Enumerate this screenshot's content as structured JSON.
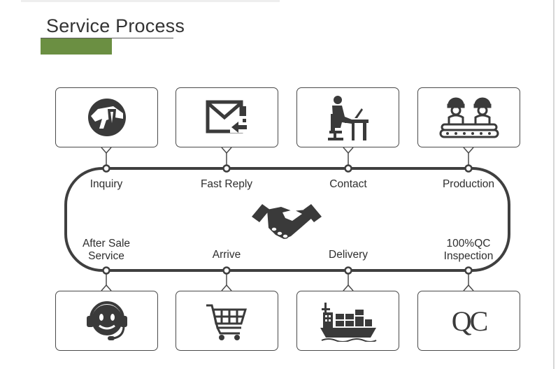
{
  "header": {
    "title": "Service Process"
  },
  "steps_top": [
    {
      "label": "Inquiry",
      "icon": "logo-icon"
    },
    {
      "label": "Fast Reply",
      "icon": "mail-reply-icon"
    },
    {
      "label": "Contact",
      "icon": "person-desk-icon"
    },
    {
      "label": "Production",
      "icon": "workers-conveyor-icon"
    }
  ],
  "steps_bottom": [
    {
      "label_line1": "After Sale",
      "label_line2": "Service",
      "icon": "headset-smiley-icon"
    },
    {
      "label_line1": "Arrive",
      "label_line2": "",
      "icon": "shopping-cart-icon"
    },
    {
      "label_line1": "Delivery",
      "label_line2": "",
      "icon": "cargo-ship-icon"
    },
    {
      "label_line1": "100%QC",
      "label_line2": "Inspection",
      "icon": "qc-icon",
      "icon_text": "QC"
    }
  ],
  "center_icon": "handshake-icon",
  "colors": {
    "accent": "#6b8f42",
    "stroke": "#3f3f3f",
    "icon": "#3a3a3a"
  }
}
